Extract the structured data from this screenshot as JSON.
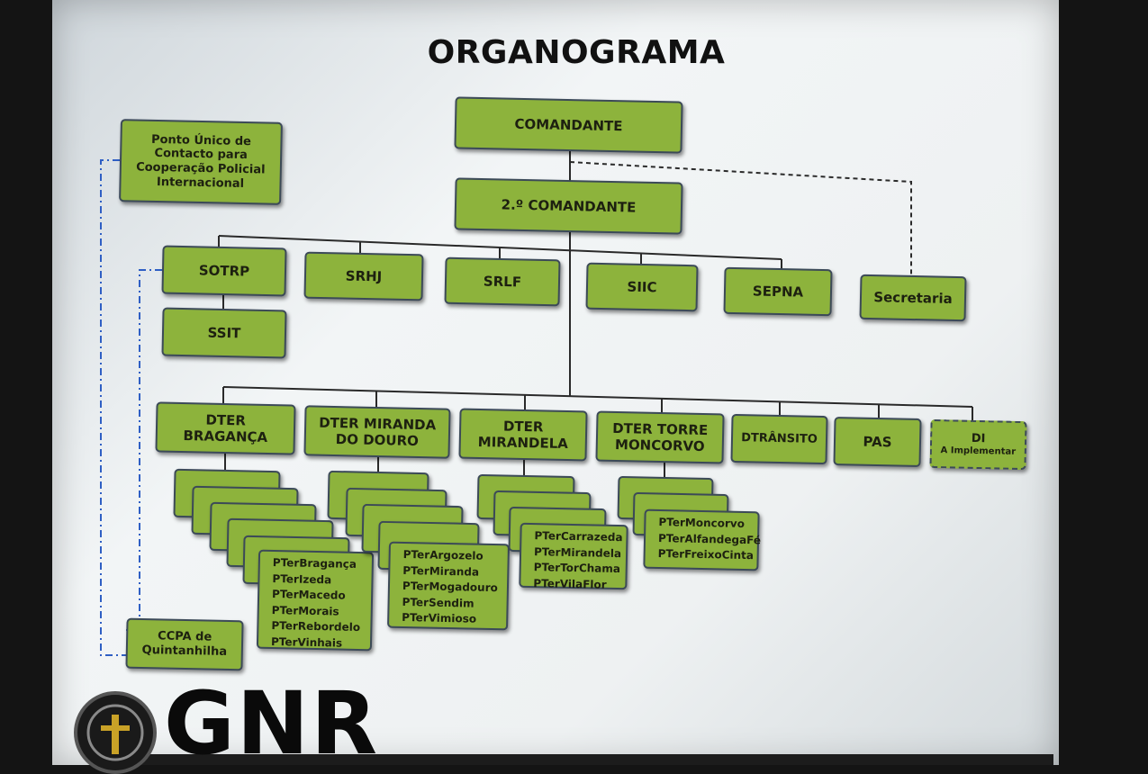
{
  "title": "ORGANOGRAMA",
  "top": {
    "comandante": "COMANDANTE",
    "segundo_comandante": "2.º COMANDANTE",
    "secretaria": "Secretaria",
    "ponto_unico": [
      "Ponto Único de",
      "Contacto para",
      "Cooperação Policial",
      "Internacional"
    ]
  },
  "staff": {
    "sotrp": "SOTRP",
    "ssit": "SSIT",
    "srhj": "SRHJ",
    "srlf": "SRLF",
    "siic": "SIIC",
    "sepna": "SEPNA"
  },
  "dter": {
    "braganca": [
      "DTER",
      "BRAGANÇA"
    ],
    "miranda": [
      "DTER MIRANDA",
      "DO DOURO"
    ],
    "mirandela": [
      "DTER",
      "MIRANDELA"
    ],
    "moncorvo": [
      "DTER TORRE",
      "MONCORVO"
    ],
    "transito": "DTRÂNSITO",
    "pas": "PAS",
    "di": "DI",
    "di_sub": "A Implementar"
  },
  "posts": {
    "braganca": [
      "PTerBragança",
      "PTerIzeda",
      "PTerMacedo",
      "PTerMorais",
      "PTerRebordelo",
      "PTerVinhais"
    ],
    "miranda": [
      "PTerArgozelo",
      "PTerMiranda",
      "PTerMogadouro",
      "PTerSendim",
      "PTerVimioso"
    ],
    "mirandela": [
      "PTerCarrazeda",
      "PTerMirandela",
      "PTerTorChama",
      "PTerVilaFlor"
    ],
    "moncorvo": [
      "PTerMoncorvo",
      "PTerAlfandegaFé",
      "PTerFreixoCinta"
    ]
  },
  "ccpa": [
    "CCPA de",
    "Quintanhilha"
  ],
  "logo": {
    "text": "GNR",
    "seal_icon": "gnr-seal-icon"
  },
  "colors": {
    "box": "#8db33c",
    "border": "#3c4a58",
    "connector": "#2a2a2a",
    "dashed": "#2f5fc4"
  }
}
